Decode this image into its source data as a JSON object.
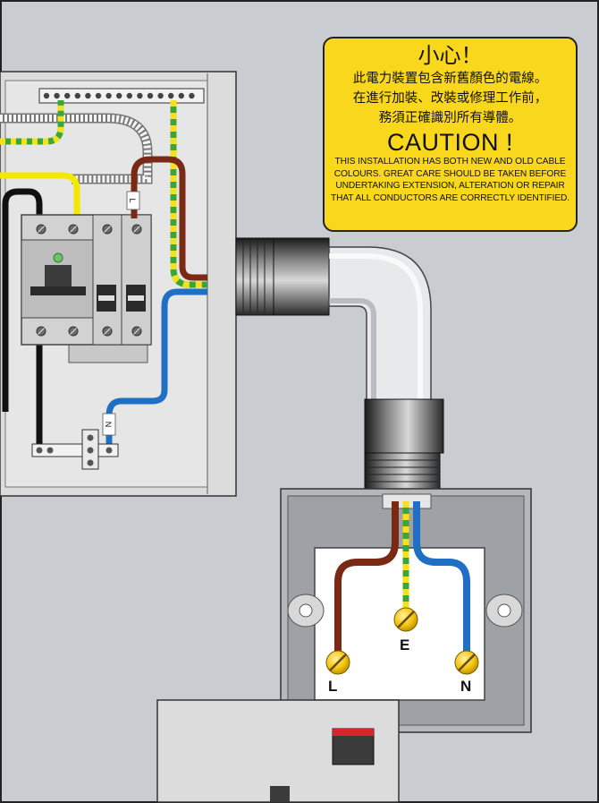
{
  "caution": {
    "title_cn": "小心！",
    "lines_cn": [
      "此電力裝置包含新舊顏色的電線。",
      "在進行加裝、改裝或修理工作前，",
      "務須正確識別所有導體。"
    ],
    "title_en": "CAUTION !",
    "lines_en": [
      "THIS INSTALLATION HAS BOTH NEW AND OLD CABLE",
      "COLOURS. GREAT CARE SHOULD BE TAKEN BEFORE",
      "UNDERTAKING EXTENSION, ALTERATION OR REPAIR",
      "THAT ALL CONDUCTORS ARE CORRECTLY IDENTIFIED."
    ]
  },
  "terminals": {
    "live": "L",
    "earth": "E",
    "neutral": "N"
  },
  "wire_tags": {
    "live": "L",
    "neutral": "N"
  },
  "colors": {
    "live_brown": "#7a2a14",
    "neutral_blue": "#1f6fc4",
    "earth_green": "#3aa63a",
    "earth_yellow": "#f2e11e",
    "old_yellow": "#f5e800",
    "old_black": "#111111",
    "caution_yellow": "#f9d71c",
    "panel_grey": "#dcdcdc",
    "background_grey": "#c9ccd1"
  }
}
